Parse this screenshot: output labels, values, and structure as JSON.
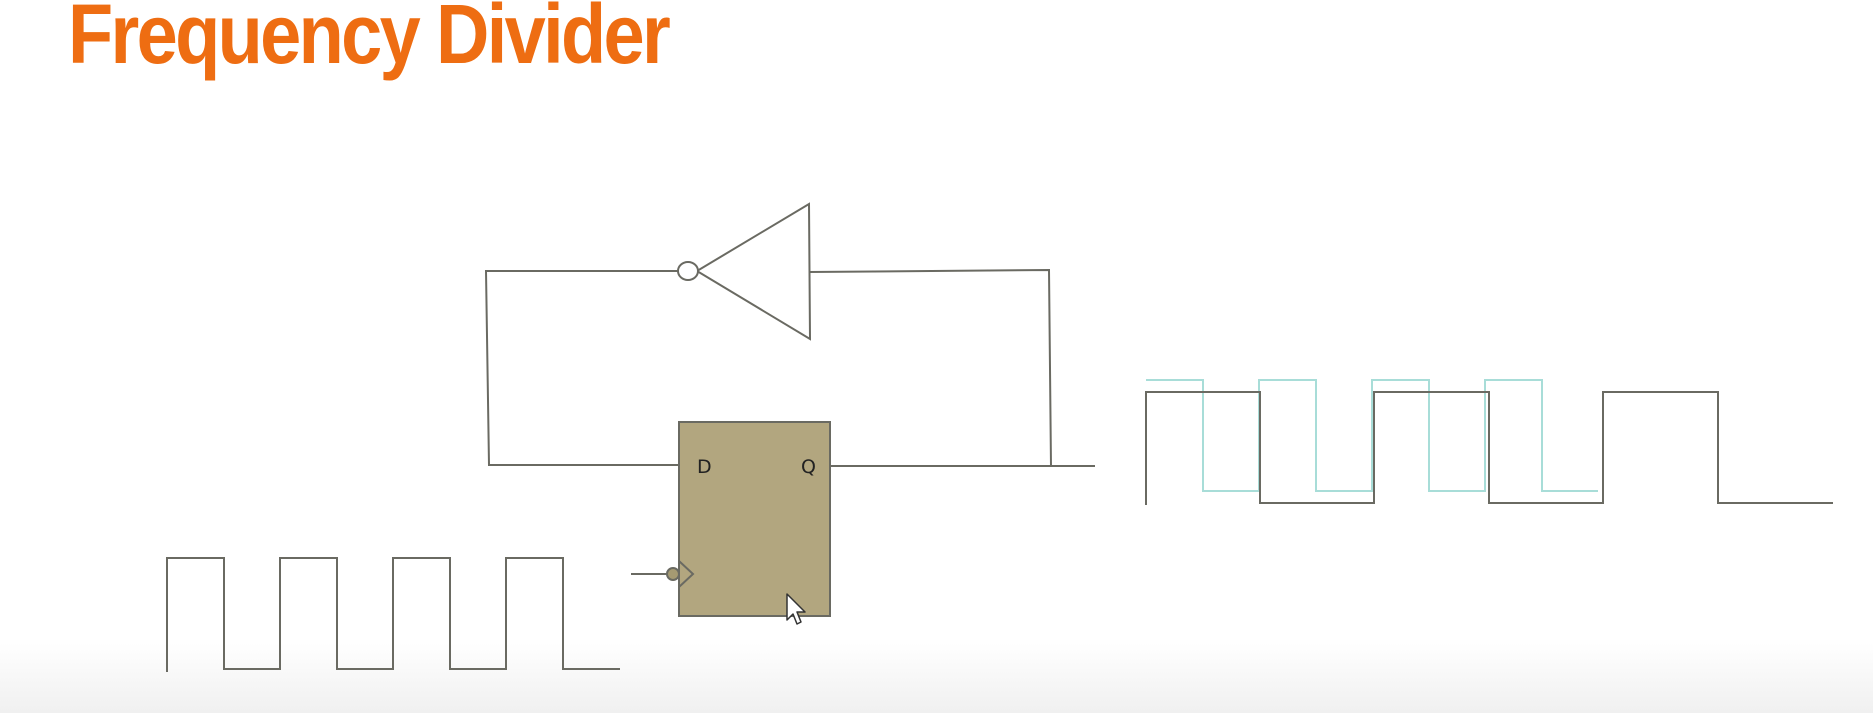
{
  "title": "Frequency Divider",
  "flipflop": {
    "d_label": "D",
    "q_label": "Q"
  },
  "colors": {
    "title": "#ee6d12",
    "wire": "#6a6a62",
    "flipflop_fill": "#b2a67f",
    "clock_reference_wave": "#a8ddd8"
  },
  "icons": [
    "not-gate-triangle",
    "inversion-bubble",
    "clock-edge-triangle",
    "mouse-cursor-icon"
  ]
}
